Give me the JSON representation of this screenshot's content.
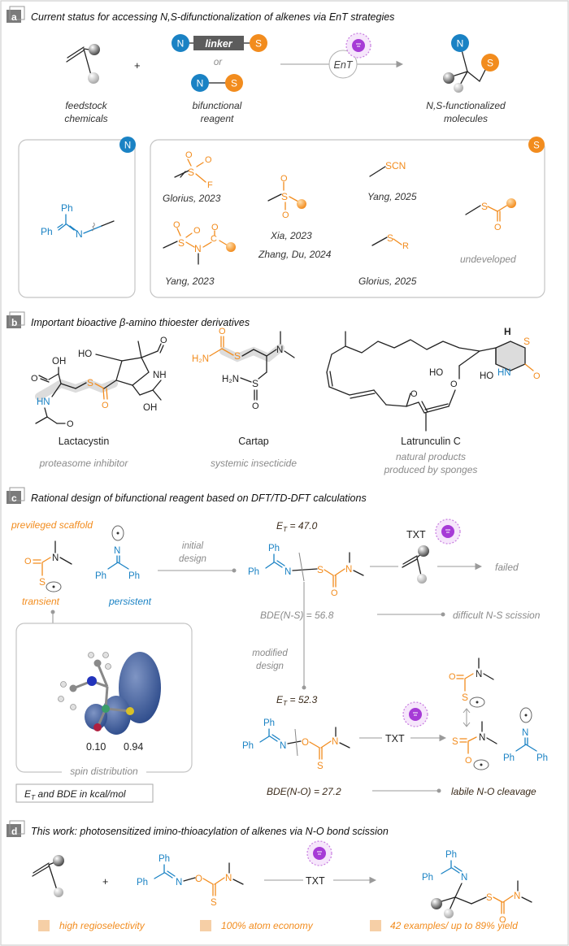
{
  "panel_a": {
    "tag": "a",
    "title": "Current status for accessing N,S-difunctionalization of alkenes via EnT strategies",
    "plus": "+",
    "reagent_N": "N",
    "reagent_S": "S",
    "linker": "linker",
    "or": "or",
    "ent": "EnT",
    "feedstock_line1": "feedstock",
    "feedstock_line2": "chemicals",
    "bifunctional_line1": "bifunctional",
    "bifunctional_line2": "reagent",
    "product_line1": "N,S-functionalized",
    "product_line2": "molecules",
    "n_badge": "N",
    "s_badge": "S",
    "n_ph_top": "Ph",
    "n_ph_left": "Ph",
    "n_atom": "N",
    "refs": {
      "glorius_2023": "Glorius, 2023",
      "yang_2023": "Yang, 2023",
      "xia_2023": "Xia, 2023",
      "zhang_du_2024": "Zhang, Du, 2024",
      "yang_2025": "Yang, 2025",
      "glorius_2025": "Glorius, 2025",
      "undeveloped": "undeveloped"
    },
    "atoms": {
      "S": "S",
      "O": "O",
      "F": "F",
      "N": "N",
      "C": "C",
      "SCN": "SCN",
      "R": "R"
    }
  },
  "panel_b": {
    "tag": "b",
    "title": "Important bioactive β-amino thioester derivatives",
    "compounds": [
      {
        "name": "Lactacystin",
        "desc1": "proteasome inhibitor",
        "desc2": ""
      },
      {
        "name": "Cartap",
        "desc1": "systemic insecticide",
        "desc2": ""
      },
      {
        "name": "Latrunculin C",
        "desc1": "natural products",
        "desc2": "produced by sponges"
      }
    ],
    "atoms": {
      "OH": "OH",
      "HO": "HO",
      "NH": "NH",
      "HN": "HN",
      "H2N": "H₂N",
      "S": "S",
      "O": "O",
      "N": "N",
      "H": "H"
    }
  },
  "panel_c": {
    "tag": "c",
    "title": "Rational design of bifunctional reagent based on DFT/TD-DFT calculations",
    "scaffold": "previleged scaffold",
    "transient": "transient",
    "persistent": "persistent",
    "initial_design_1": "initial",
    "initial_design_2": "design",
    "et1": "E",
    "et1_sub": "T",
    "et1_val": " = 47.0",
    "txt": "TXT",
    "failed": "failed",
    "bde1": "BDE(N-S) = 56.8",
    "difficult": "difficult N-S scission",
    "modified_design_1": "modified",
    "modified_design_2": "design",
    "et2_val": " = 52.3",
    "bde2": "BDE(N-O) = 27.2",
    "labile": "labile N-O cleavage",
    "spin_a": "0.10",
    "spin_b": "0.94",
    "spin_caption": "spin distribution",
    "units_note_pre": "E",
    "units_note_sub": "T",
    "units_note_post": " and BDE in kcal/mol",
    "atoms": {
      "O": "O",
      "N": "N",
      "S": "S",
      "Ph": "Ph"
    }
  },
  "panel_d": {
    "tag": "d",
    "title": "This work: photosensitized imino-thioacylation of alkenes via N-O bond scission",
    "plus": "+",
    "txt": "TXT",
    "features": [
      "high regioselectivity",
      "100% atom economy",
      "42 examples/ up to 89% yield"
    ],
    "atoms": {
      "O": "O",
      "N": "N",
      "S": "S",
      "Ph": "Ph"
    }
  },
  "colors": {
    "orange": "#f28c1e",
    "blue": "#1a82c4",
    "gray": "#8a8a8a",
    "purple": "#a63bd6",
    "feature_square": "#f6cfa6"
  }
}
